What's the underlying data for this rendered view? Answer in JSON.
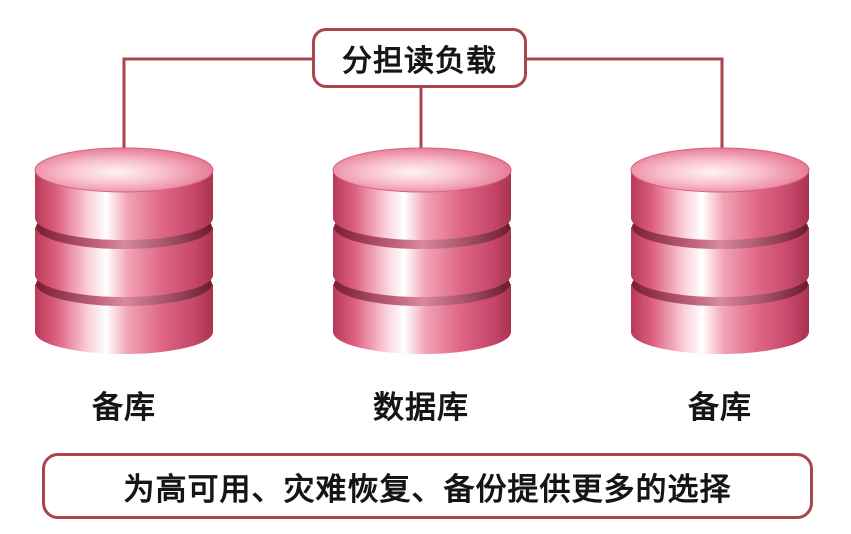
{
  "diagram": {
    "top_label": "分担读负载",
    "databases": [
      {
        "label": "备库"
      },
      {
        "label": "数据库"
      },
      {
        "label": "备库"
      }
    ],
    "bottom_caption": "为高可用、灾难恢复、备份提供更多的选择",
    "colors": {
      "connector": "#a8464c",
      "cylinder_base": "#e06a86",
      "cylinder_highlight": "#ffe3ea",
      "cylinder_shadow": "#b73c5b"
    }
  }
}
